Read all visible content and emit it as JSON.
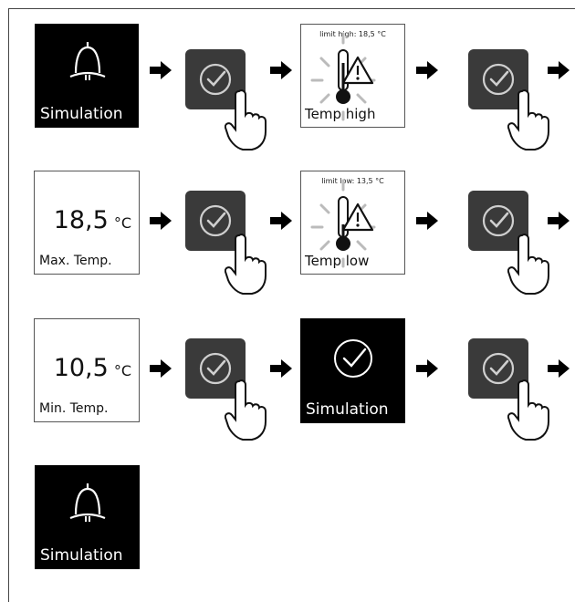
{
  "steps": {
    "start": {
      "label": "Simulation",
      "icon": "bell-icon"
    },
    "warn_high": {
      "limit_text": "limit high: 18,5 °C",
      "label": "Temp high",
      "icon": "thermometer-warning-icon"
    },
    "max_temp": {
      "value": "18,5",
      "unit": "°C",
      "label": "Max. Temp."
    },
    "warn_low": {
      "limit_text": "limit low: 13,5 °C",
      "label": "Temp low",
      "icon": "thermometer-warning-icon"
    },
    "min_temp": {
      "value": "10,5",
      "unit": "°C",
      "label": "Min. Temp."
    },
    "done": {
      "label": "Simulation",
      "icon": "check-circle-icon"
    },
    "end": {
      "label": "Simulation",
      "icon": "bell-icon"
    }
  },
  "confirm_button": {
    "icon": "check-circle-icon",
    "pointer_icon": "pointing-hand-icon",
    "color": "#3a3a3a"
  },
  "arrow": {
    "icon": "right-arrow-icon"
  },
  "colors": {
    "black_tile": "#000000",
    "white_tile": "#ffffff",
    "button": "#3a3a3a"
  }
}
